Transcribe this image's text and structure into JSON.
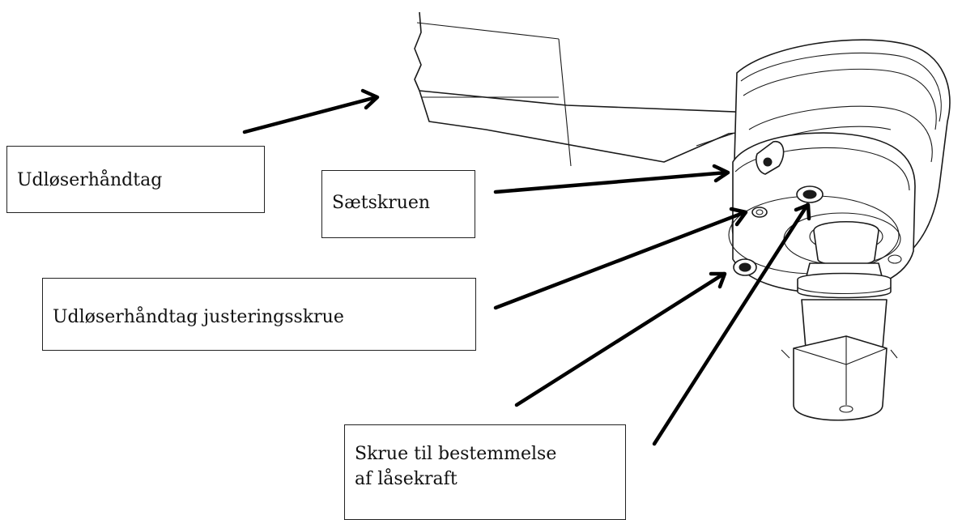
{
  "labels": {
    "release_handle": "Udløserhåndtag",
    "set_screw": "Sætskruen",
    "release_handle_adjustment_screw": "Udløserhåndtag justeringsskrue",
    "locking_force_screw_line1": "Skrue til bestemmelse",
    "locking_force_screw_line2": "af låsekraft"
  }
}
